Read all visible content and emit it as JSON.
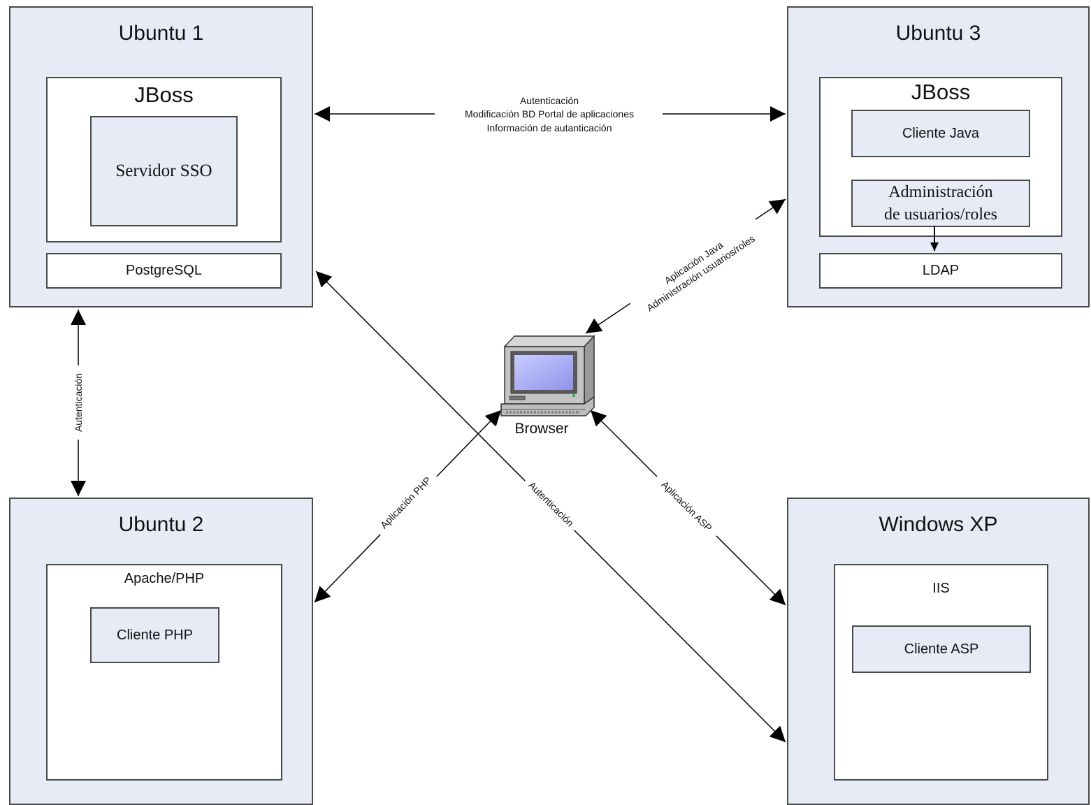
{
  "nodes": {
    "ubuntu1": {
      "title": "Ubuntu 1",
      "jboss": "JBoss",
      "sso": "Servidor SSO",
      "db": "PostgreSQL"
    },
    "ubuntu3": {
      "title": "Ubuntu 3",
      "jboss": "JBoss",
      "java_client": "Cliente Java",
      "admin_line1": "Administración",
      "admin_line2": "de usuarios/roles",
      "ldap": "LDAP"
    },
    "ubuntu2": {
      "title": "Ubuntu 2",
      "server": "Apache/PHP",
      "client": "Cliente PHP"
    },
    "winxp": {
      "title": "Windows XP",
      "server": "IIS",
      "client": "Cliente ASP"
    },
    "browser": {
      "label": "Browser"
    }
  },
  "links": {
    "u1_u3_line1": "Autenticación",
    "u1_u3_line2": "Modificación BD Portal de aplicaciones",
    "u1_u3_line3": "Información de autanticación",
    "u1_u2": "Autenticación",
    "browser_u3_line1": "Aplicación Java",
    "browser_u3_line2": "Administración usuarios/roles",
    "browser_u2": "Aplicación PHP",
    "u1_winxp": "Autenticación",
    "browser_winxp": "Aplicación ASP"
  },
  "colors": {
    "node_fill": "#e6ebf5",
    "border": "#4a4a4a",
    "line": "#000000"
  }
}
